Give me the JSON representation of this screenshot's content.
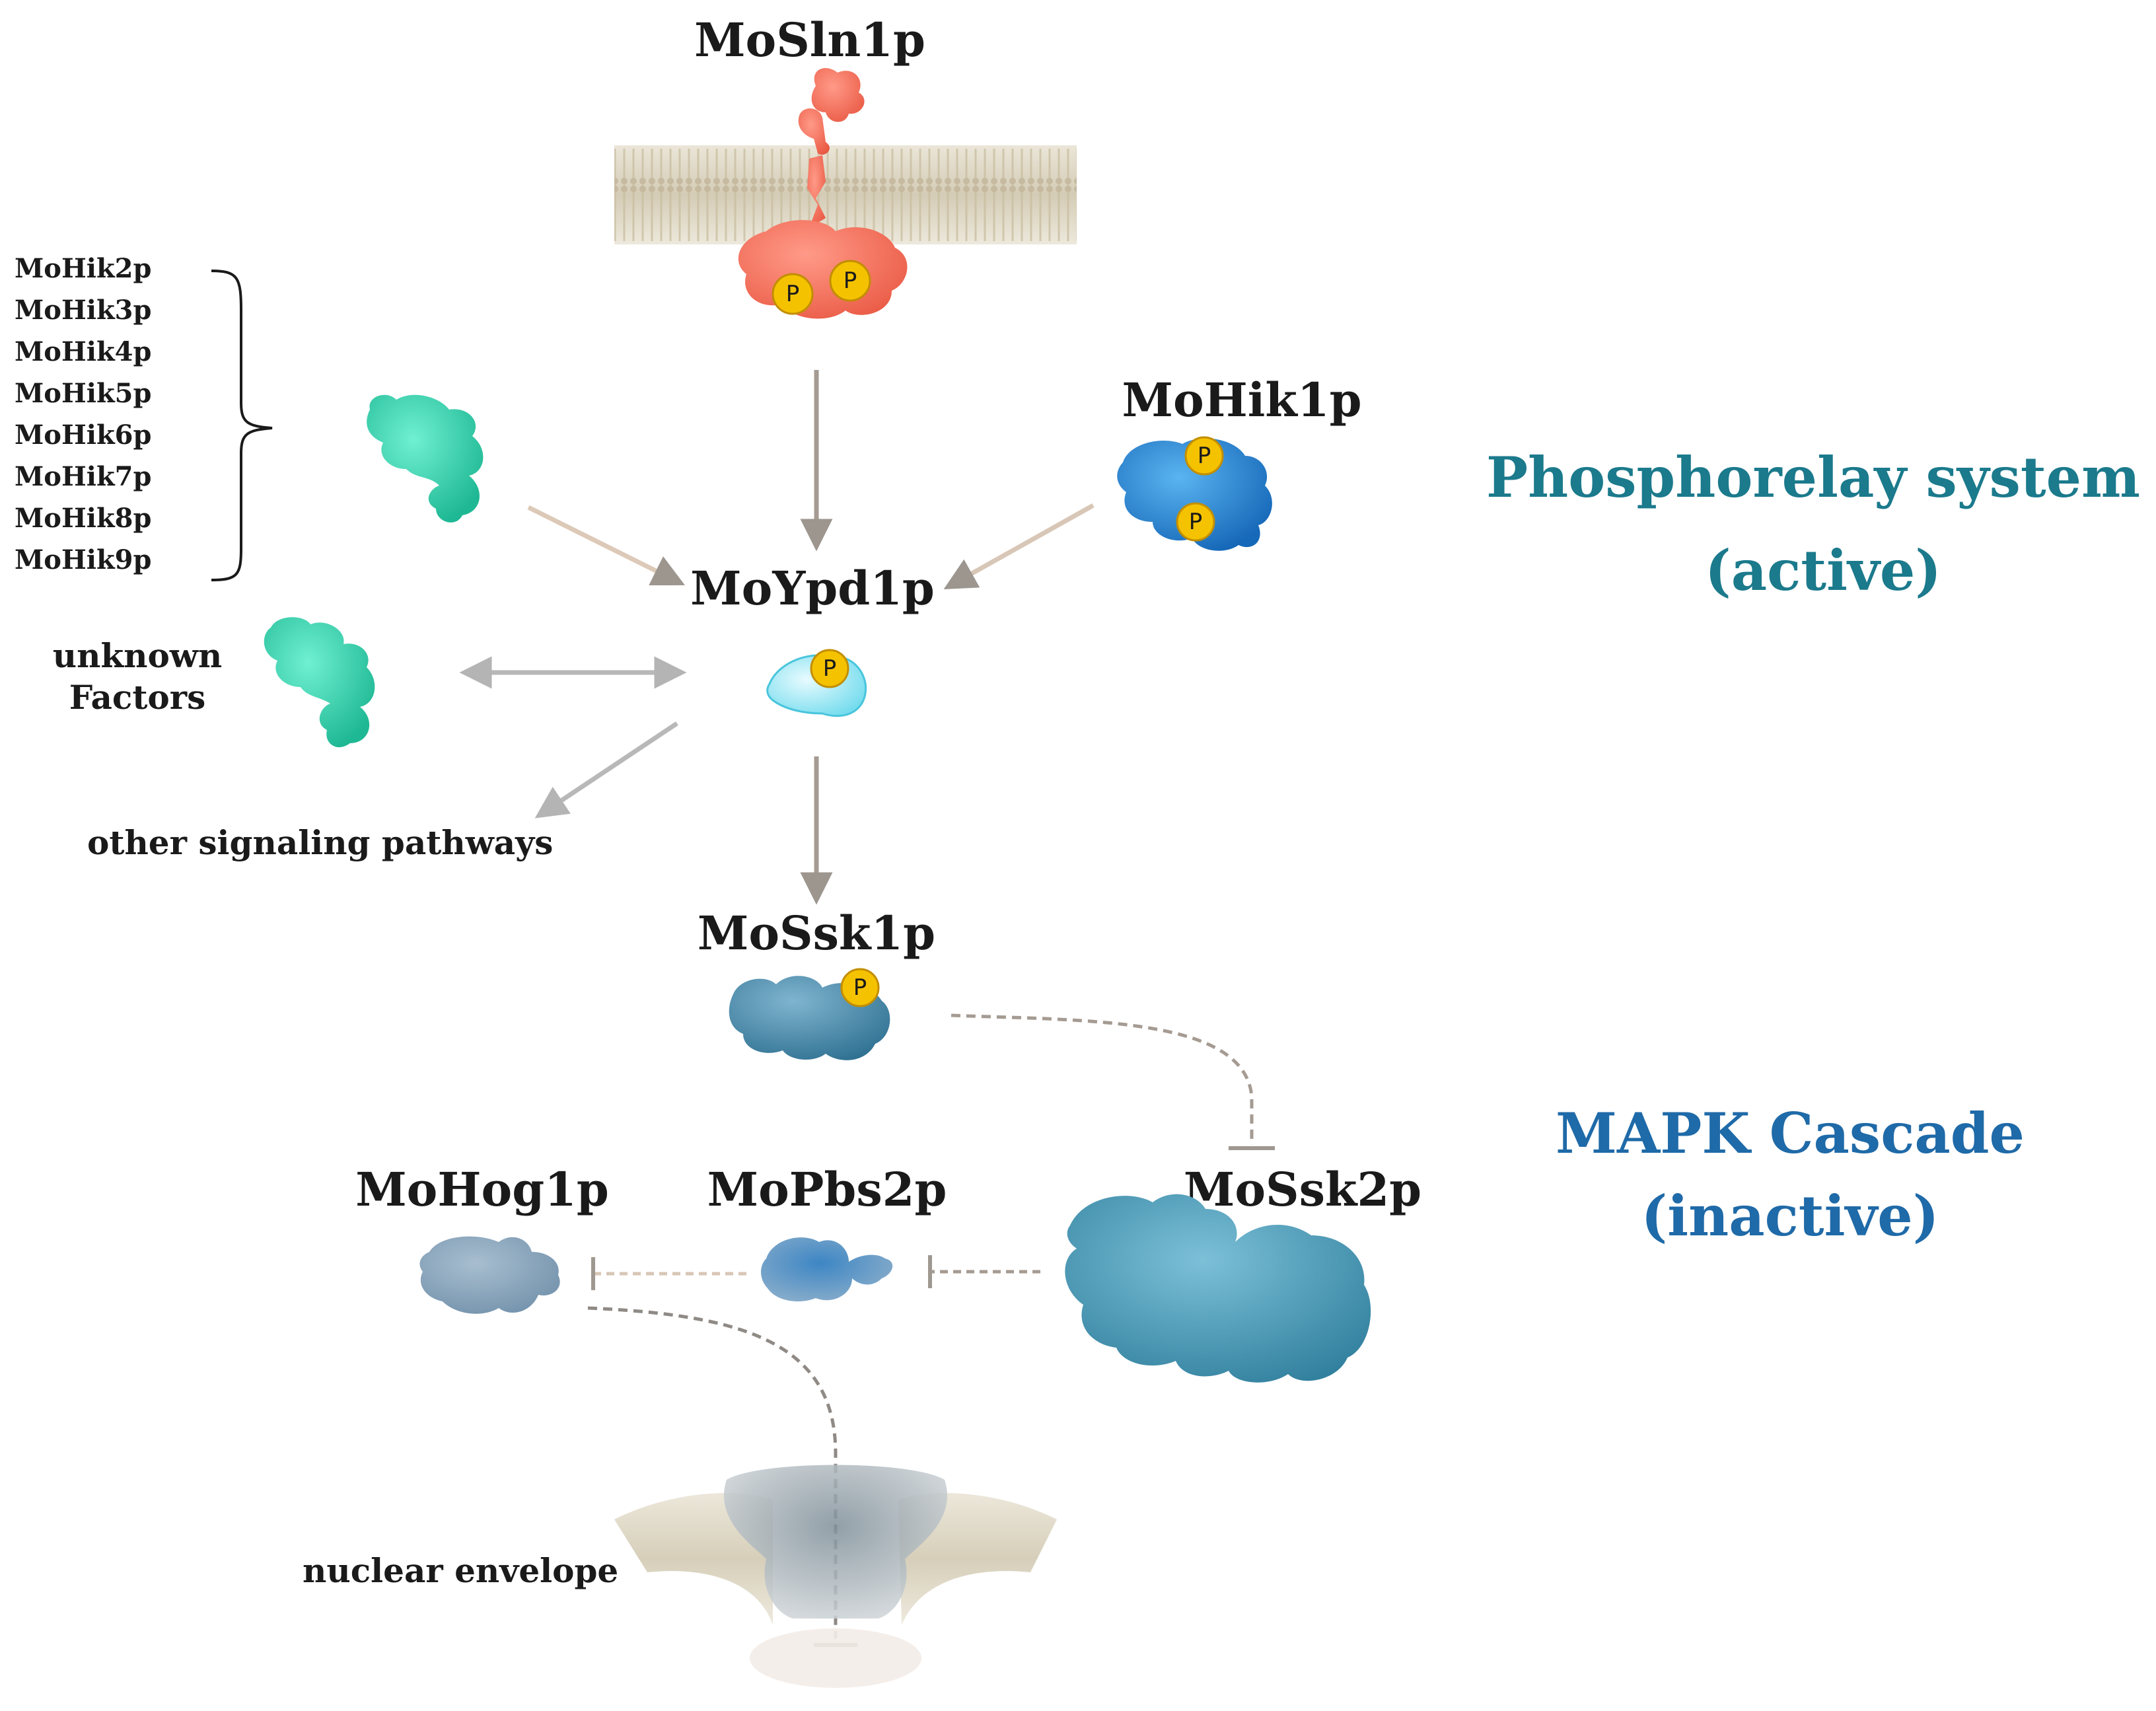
{
  "labels": {
    "mosln1p": "MoSln1p",
    "mohik1p": "MoHik1p",
    "moypd1p": "MoYpd1p",
    "mossk1p": "MoSsk1p",
    "mohog1p": "MoHog1p",
    "mopbs2p": "MoPbs2p",
    "mossk2p": "MoSsk2p",
    "unknown_line1": "unknown",
    "unknown_line2": "Factors",
    "other_pathways": "other signaling pathways",
    "nuclear_envelope": "nuclear envelope",
    "phospho_mark": "P"
  },
  "hik_list": [
    "MoHik2p",
    "MoHik3p",
    "MoHik4p",
    "MoHik5p",
    "MoHik6p",
    "MoHik7p",
    "MoHik8p",
    "MoHik9p"
  ],
  "systems": {
    "phosphorelay_line1": "Phosphorelay system",
    "phosphorelay_line2": "(active)",
    "mapk_line1": "MAPK Cascade",
    "mapk_line2": "(inactive)"
  },
  "colors": {
    "phosphorelay": "#1b7a8c",
    "mapk": "#1f6aa8",
    "sln1": "#f0705e",
    "hik1": "#1f86d6",
    "teal_factors": "#2fd3b0",
    "ypd1": "#8fe6f2",
    "mapk_protein": "#4d8fae",
    "phospho": "#f5c200",
    "arrow_active": "#a09a94",
    "arrow_inactive": "#9e9890"
  }
}
